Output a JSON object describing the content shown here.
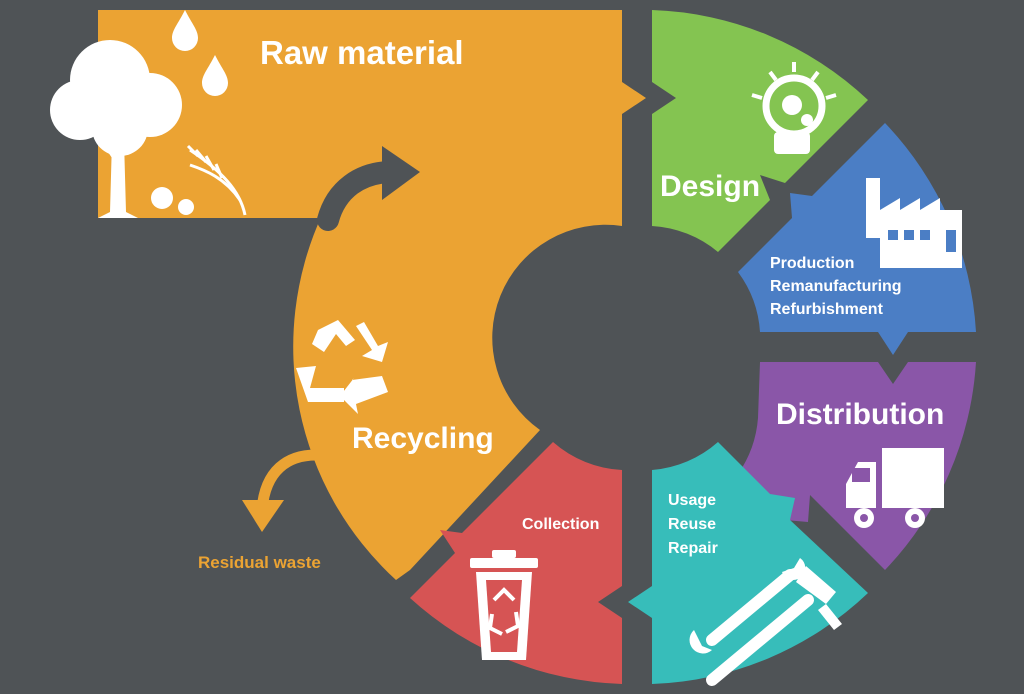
{
  "colors": {
    "background": "#4f5356",
    "raw_material": "#eba333",
    "design": "#84c451",
    "production": "#4b7ec5",
    "distribution": "#8a56a8",
    "usage": "#37bdba",
    "collection": "#d65454",
    "recycling": "#eba333",
    "icon": "#ffffff"
  },
  "labels": {
    "raw_material": "Raw material",
    "design": "Design",
    "production": [
      "Production",
      "Remanufacturing",
      "Refurbishment"
    ],
    "distribution": "Distribution",
    "usage": [
      "Usage",
      "Reuse",
      "Repair"
    ],
    "collection": "Collection",
    "recycling": "Recycling",
    "residual_waste": "Residual waste"
  },
  "icons": {
    "raw_material": [
      "water-drop-icon",
      "tree-icon",
      "wheat-icon",
      "cotton-icon"
    ],
    "design": "lightbulb-gear-icon",
    "production": "factory-icon",
    "distribution": "truck-icon",
    "usage": "wrench-hammer-icon",
    "collection": "recycle-bin-icon",
    "recycling": "recycle-icon"
  }
}
